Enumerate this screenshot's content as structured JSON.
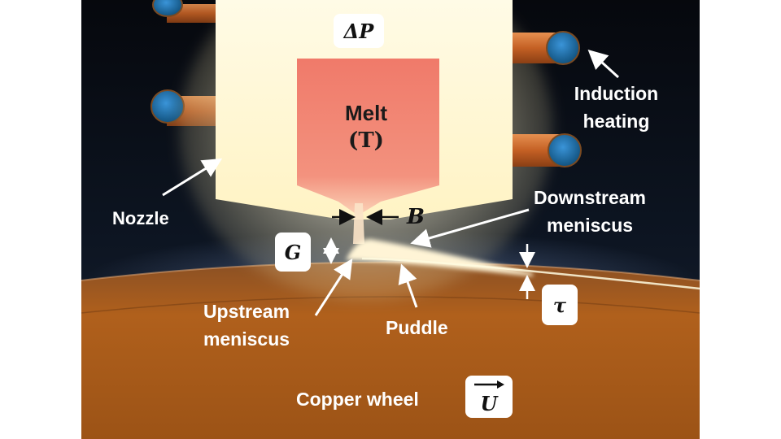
{
  "diagram": {
    "labels": {
      "delta_p": "ΔP",
      "melt_line1": "Melt",
      "melt_line2": "(T)",
      "induction_line1": "Induction",
      "induction_line2": "heating",
      "nozzle": "Nozzle",
      "b_symbol": "B",
      "downstream_line1": "Downstream",
      "downstream_line2": "meniscus",
      "g_symbol": "G",
      "tau_symbol": "τ",
      "upstream_line1": "Upstream",
      "upstream_line2": "meniscus",
      "puddle": "Puddle",
      "copper_wheel": "Copper wheel",
      "u_symbol": "U"
    },
    "colors": {
      "background": "#05070c",
      "nozzle_glow": "#fff7d2",
      "melt": "#f08070",
      "wheel": "#b3621a",
      "coil": "#c8682c",
      "coil_end": "#1e6fb0",
      "label_text": "#ffffff",
      "box": "#ffffff"
    }
  }
}
